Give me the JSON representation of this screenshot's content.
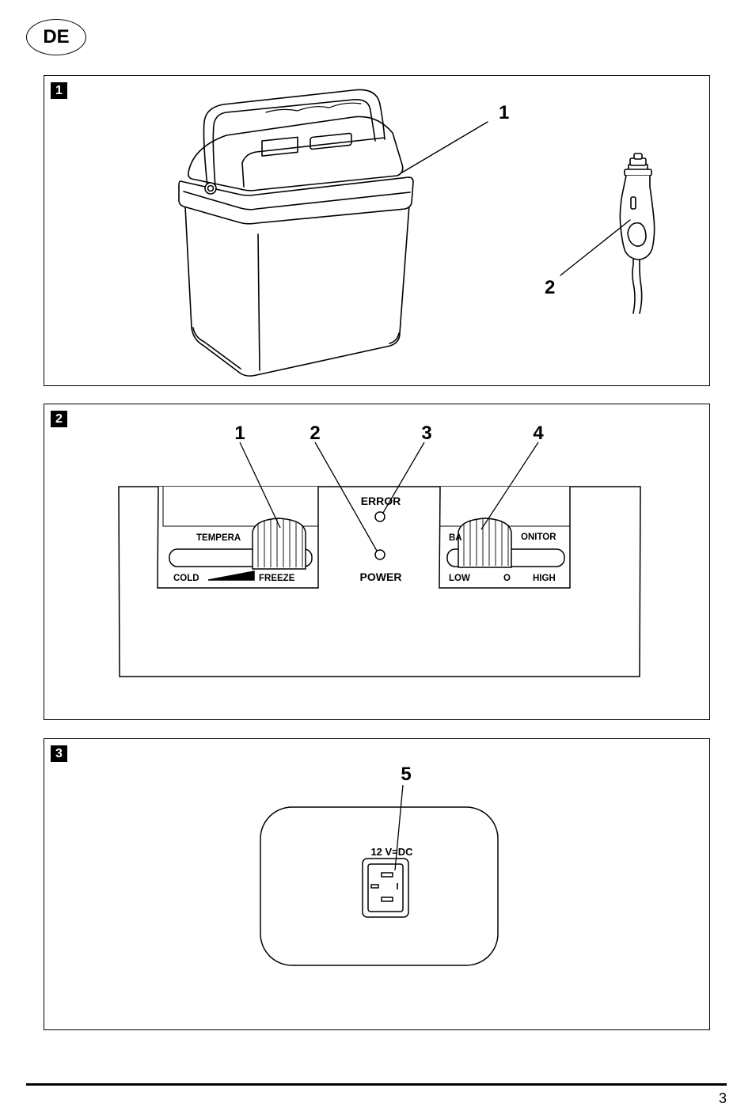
{
  "language_badge": "DE",
  "panels": [
    {
      "number": "1",
      "callouts": [
        "1",
        "2"
      ]
    },
    {
      "number": "2",
      "callouts": [
        "1",
        "2",
        "3",
        "4"
      ],
      "labels": {
        "temperature_partial": "TEMPERA",
        "cold": "COLD",
        "freeze": "FREEZE",
        "error": "ERROR",
        "power": "POWER",
        "battery_partial_left": "BA",
        "battery_partial_right": "ONITOR",
        "low": "LOW",
        "o": "O",
        "high": "HIGH"
      }
    },
    {
      "number": "3",
      "callouts": [
        "5"
      ],
      "labels": {
        "voltage": "12 V=DC"
      }
    }
  ],
  "page_number": "3"
}
